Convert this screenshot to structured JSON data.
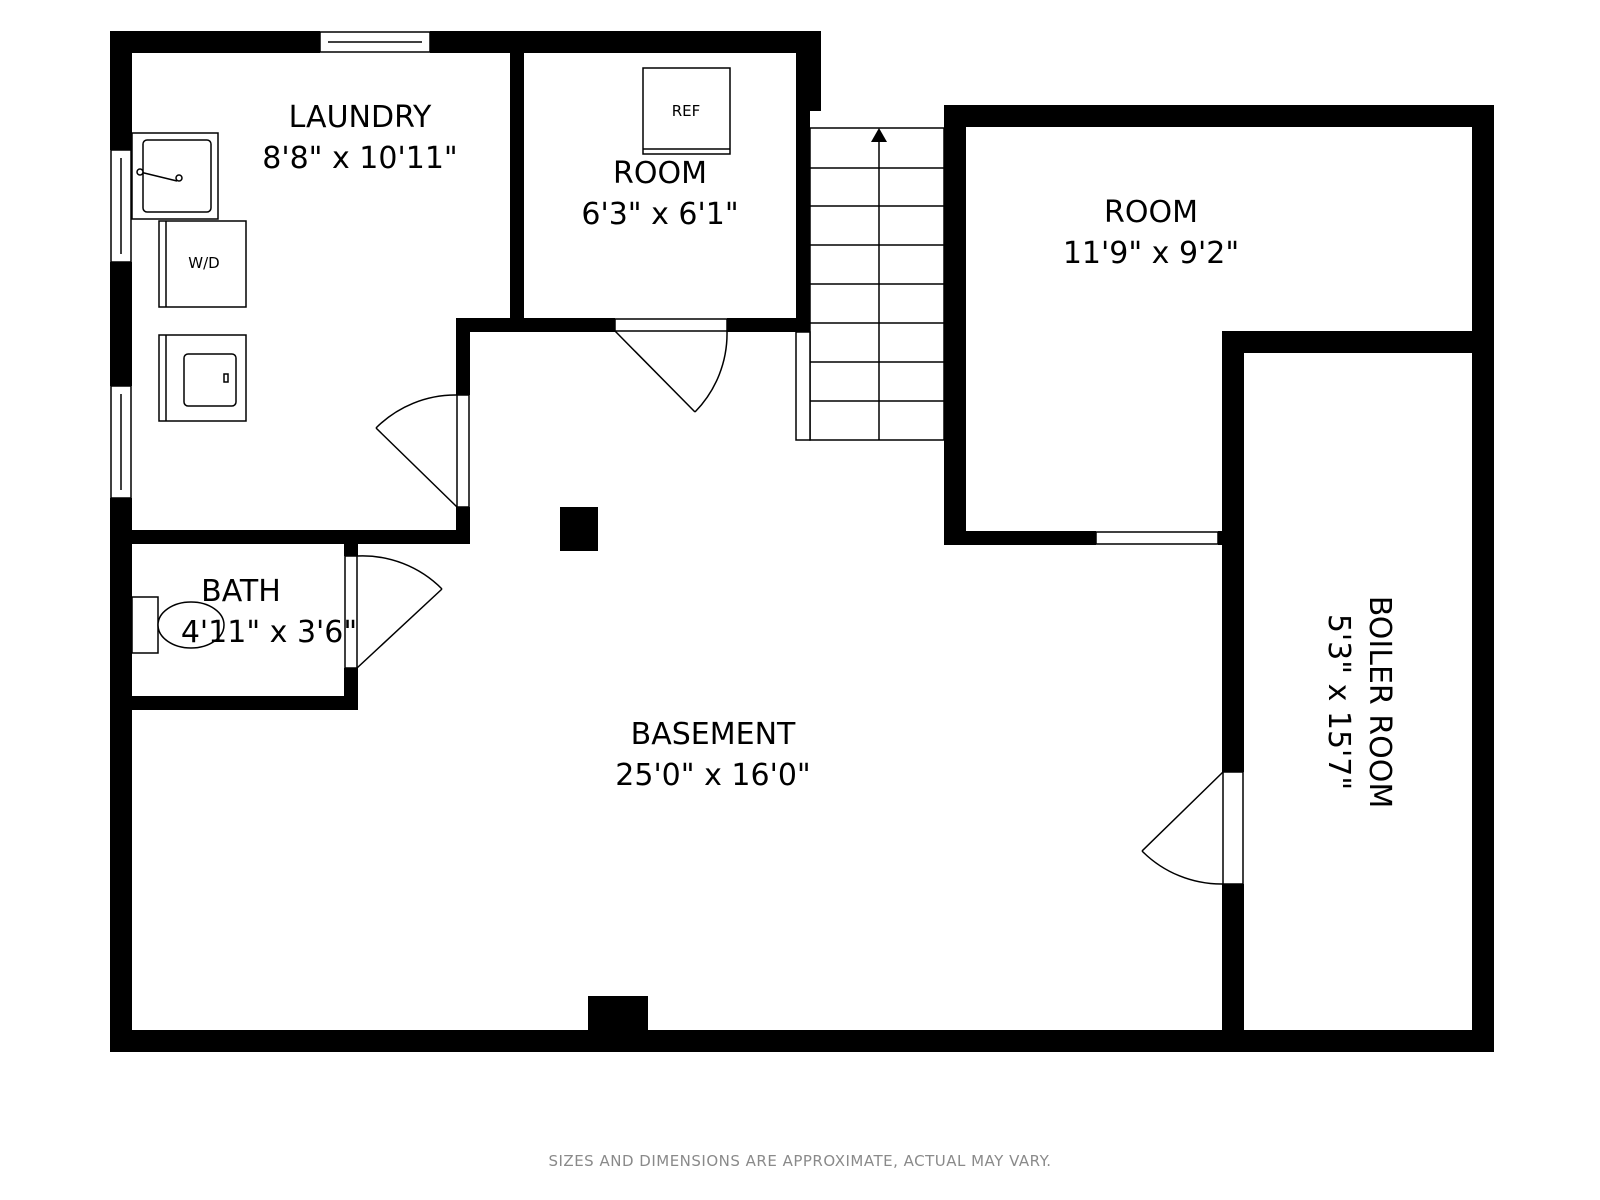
{
  "rooms": {
    "laundry": {
      "name": "LAUNDRY",
      "dims": "8'8\" x 10'11\""
    },
    "pantry": {
      "name": "ROOM",
      "dims": "6'3\" x 6'1\""
    },
    "room_right": {
      "name": "ROOM",
      "dims": "11'9\" x 9'2\""
    },
    "bath": {
      "name": "BATH",
      "dims": "4'11\" x 3'6\""
    },
    "basement": {
      "name": "BASEMENT",
      "dims": "25'0\" x 16'0\""
    },
    "boiler": {
      "name": "BOILER ROOM",
      "dims": "5'3\" x 15'7\""
    }
  },
  "fixtures": {
    "refrigerator": "REF",
    "washer_dryer": "W/D"
  },
  "footer": {
    "disclaimer": "SIZES AND DIMENSIONS ARE APPROXIMATE, ACTUAL MAY VARY."
  },
  "colors": {
    "wall": "#000000",
    "background": "#ffffff",
    "disclaimer_text": "#8a8a8a"
  }
}
